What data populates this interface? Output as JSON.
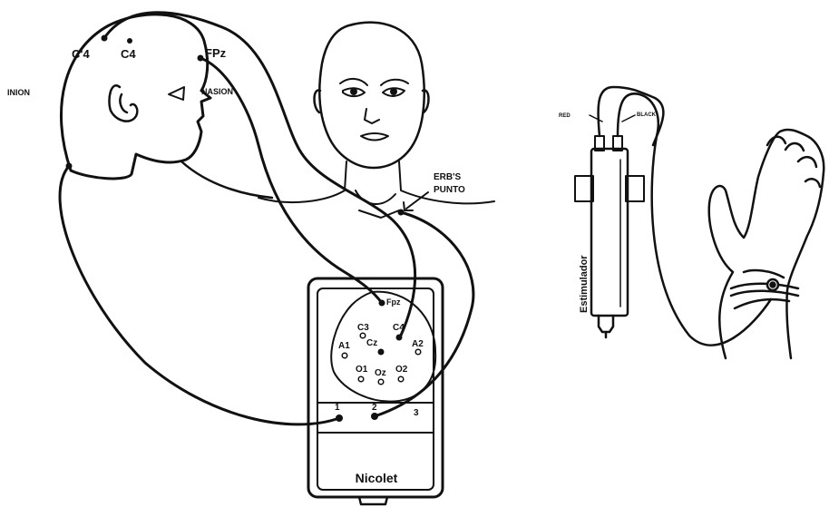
{
  "labels": {
    "inion": "INION",
    "c4_prime": "C'4",
    "c4": "C4",
    "fpz": "FPz",
    "nasion": "NASION",
    "erbs_point": "ERB'S",
    "erbs_point_2": "PUNTO",
    "device_name": "Nicolet",
    "stimulator": "Estimulador",
    "red": "RED",
    "black": "BLACK"
  },
  "electrodes": {
    "fpz": "Fpz",
    "c3": "C3",
    "c4": "C4",
    "cz": "Cz",
    "a1": "A1",
    "a2": "A2",
    "o1": "O1",
    "oz": "Oz",
    "o2": "O2"
  },
  "jacks": {
    "left": "1",
    "middle": "2",
    "right": "3"
  },
  "colors": {
    "ink": "#111111",
    "background": "#ffffff"
  }
}
